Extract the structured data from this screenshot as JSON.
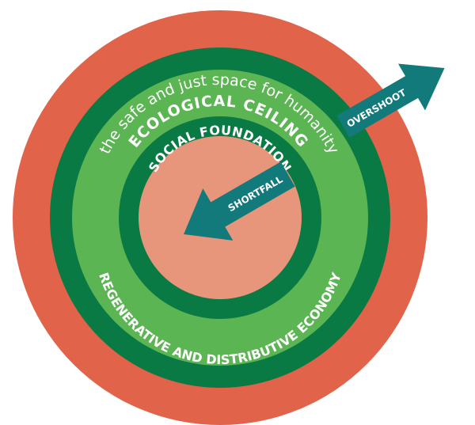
{
  "diagram": {
    "rings": {
      "outer_color": "#e0634a",
      "dark_ring_color": "#0a7a45",
      "middle_ring_color": "#5cb553",
      "center_color": "#e8967b",
      "arrow_color": "#137a7c"
    },
    "labels": {
      "ecological_ceiling": "ECOLOGICAL CEILING",
      "safe_just_space": "the safe and just space for humanity",
      "social_foundation": "SOCIAL FOUNDATION",
      "economy": "REGENERATIVE AND DISTRIBUTIVE ECONOMY",
      "overshoot": "OVERSHOOT",
      "shortfall": "SHORTFALL"
    }
  }
}
